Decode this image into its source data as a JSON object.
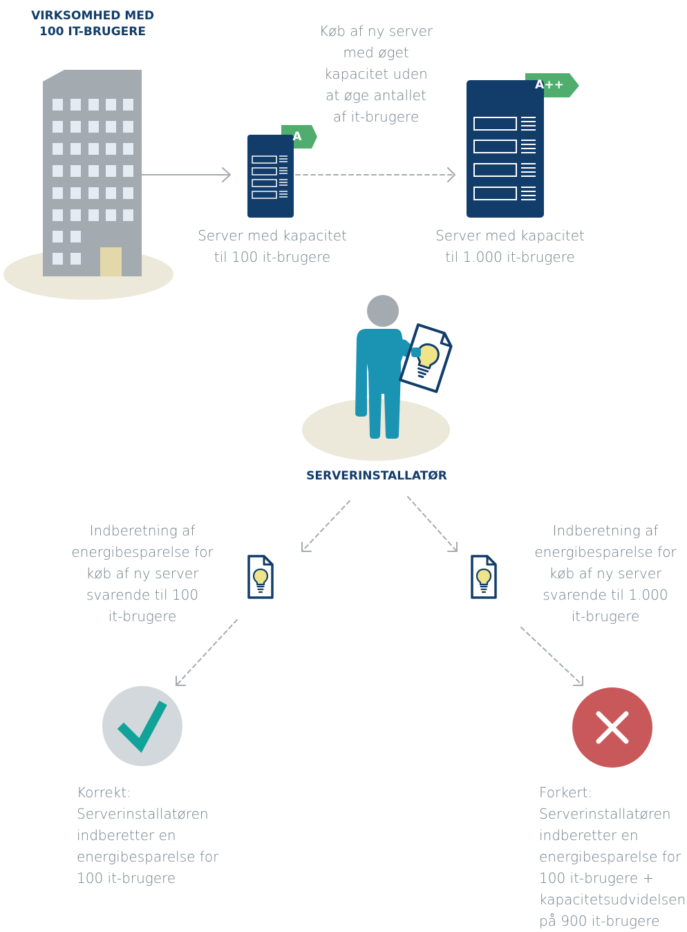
{
  "company": {
    "title_lines": [
      "VIRKSOMHED MED",
      "100 IT-BRUGERE"
    ]
  },
  "upgrade_note": {
    "lines": [
      "Køb af ny server",
      "med øget",
      "kapacitet uden",
      "at øge antallet",
      "af it-brugere"
    ]
  },
  "server_small": {
    "label_lines": [
      "Server med kapacitet",
      "til 100 it-brugere"
    ],
    "energy_class": "A"
  },
  "server_large": {
    "label_lines": [
      "Server med kapacitet",
      "til 1.000 it-brugere"
    ],
    "energy_class": "A++"
  },
  "installer": {
    "title": "SERVERINSTALLATØR"
  },
  "report_left": {
    "lines": [
      "Indberetning af",
      "energibesparelse for",
      "køb af ny server",
      "svarende til 100",
      "it-brugere"
    ]
  },
  "report_right": {
    "lines": [
      "Indberetning af",
      "energibesparelse for",
      "køb af ny server",
      "svarende til 1.000",
      "it-brugere"
    ]
  },
  "outcome_correct": {
    "icon": "check-icon",
    "lines": [
      "Korrekt:",
      "Serverinstallatøren",
      "indberetter en",
      "energibesparelse for",
      "100 it-brugere"
    ]
  },
  "outcome_wrong": {
    "icon": "cross-icon",
    "lines": [
      "Forkert:",
      "Serverinstallatøren",
      "indberetter en",
      "energibesparelse for",
      "100 it-brugere +",
      "kapacitetsudvidelsen",
      "på 900 it-brugere"
    ]
  },
  "colors": {
    "navy": "#123d6b",
    "green": "#4fae6e",
    "teal": "#1b94b3",
    "building": "#a3aab0",
    "ground": "#ece8da",
    "check_circle": "#d3d8dc",
    "check": "#11a39a",
    "cross_circle": "#c9585b",
    "text_gray": "#6f7d86",
    "bulb": "#efe48a"
  }
}
